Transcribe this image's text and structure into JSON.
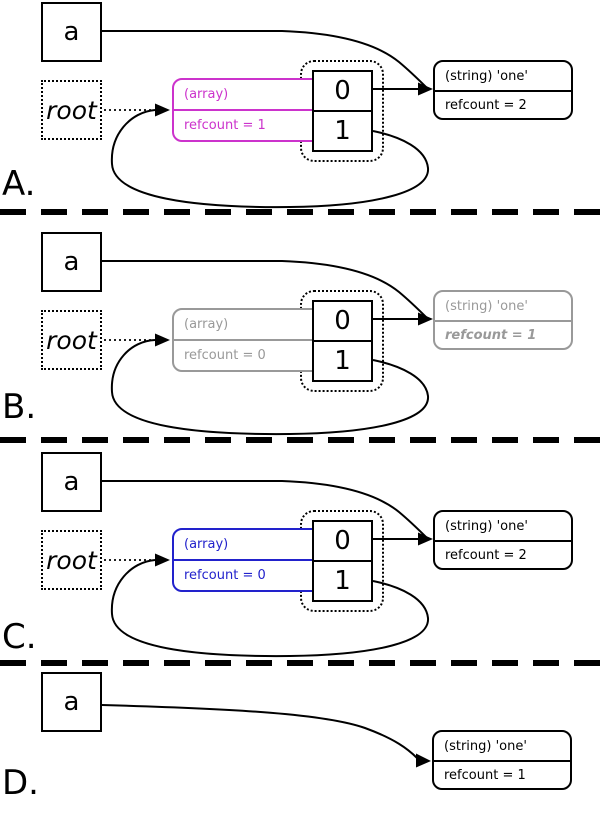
{
  "colors": {
    "array_highlight_a": "#cc33cc",
    "array_gray_b": "#999999",
    "array_highlight_c": "#2222cc",
    "default_stroke": "#000000"
  },
  "panels": [
    {
      "label": "A.",
      "var_box": "a",
      "root_box": "root",
      "array_box": {
        "type": "(array)",
        "refcount": "refcount = 1",
        "color": "#cc33cc"
      },
      "slots": [
        "0",
        "1"
      ],
      "string_box": {
        "type": "(string) 'one'",
        "refcount": "refcount = 2",
        "color": "#000000"
      }
    },
    {
      "label": "B.",
      "var_box": "a",
      "root_box": "root",
      "array_box": {
        "type": "(array)",
        "refcount": "refcount = 0",
        "color": "#999999"
      },
      "slots": [
        "0",
        "1"
      ],
      "string_box": {
        "type": "(string) 'one'",
        "refcount": "refcount = 1",
        "color": "#999999",
        "refcount_style": "bold-italic"
      }
    },
    {
      "label": "C.",
      "var_box": "a",
      "root_box": "root",
      "array_box": {
        "type": "(array)",
        "refcount": "refcount = 0",
        "color": "#2222cc"
      },
      "slots": [
        "0",
        "1"
      ],
      "string_box": {
        "type": "(string) 'one'",
        "refcount": "refcount = 2",
        "color": "#000000"
      }
    },
    {
      "label": "D.",
      "var_box": "a",
      "string_box": {
        "type": "(string) 'one'",
        "refcount": "refcount = 1",
        "color": "#000000"
      }
    }
  ]
}
